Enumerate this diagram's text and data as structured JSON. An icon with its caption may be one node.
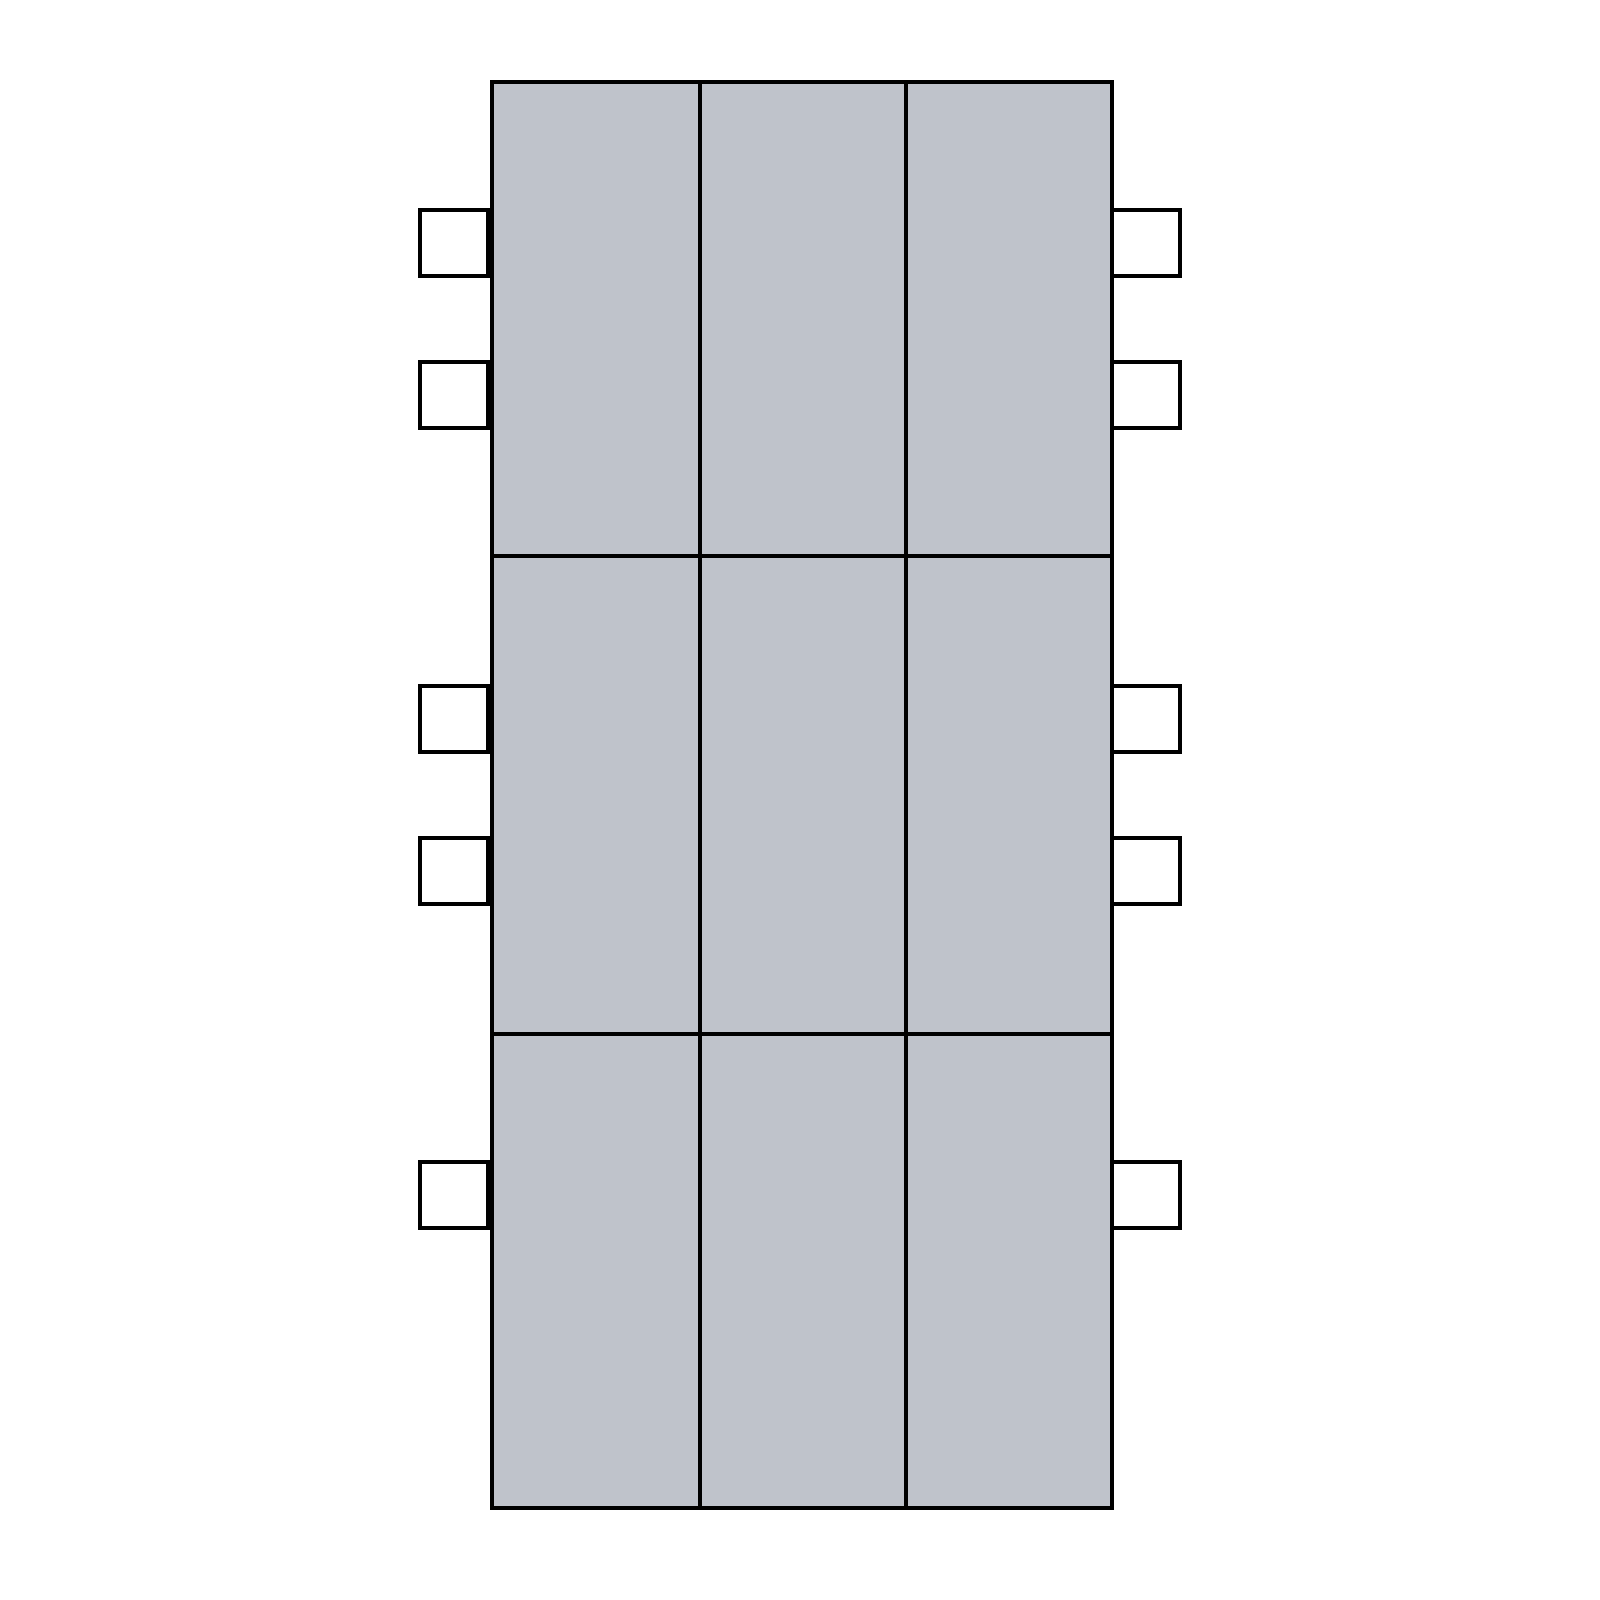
{
  "diagram": {
    "nodes": [
      {
        "text": [],
        "shape": "box"
      },
      {
        "text": [],
        "shape": "box"
      },
      {
        "text": [],
        "shape": "box"
      },
      {
        "text": [],
        "shape": "box"
      },
      {
        "text": [],
        "shape": "box"
      },
      {
        "text": [],
        "shape": "box"
      },
      {
        "text": [],
        "shape": "box"
      },
      {
        "text": [],
        "shape": "box"
      },
      {
        "text": [],
        "shape": "box"
      },
      {
        "text": [],
        "shape": "box"
      },
      {
        "text": [],
        "shape": "box"
      },
      {
        "text": [],
        "shape": "box"
      },
      {
        "text": [],
        "shape": "box"
      },
      {
        "text": [],
        "shape": "box"
      },
      {
        "text": [],
        "shape": "box"
      },
      {
        "text": [],
        "shape": "box"
      },
      {
        "text": [],
        "shape": "box"
      },
      {
        "text": [],
        "shape": "box"
      },
      {
        "text": [],
        "shape": "box"
      }
    ]
  }
}
